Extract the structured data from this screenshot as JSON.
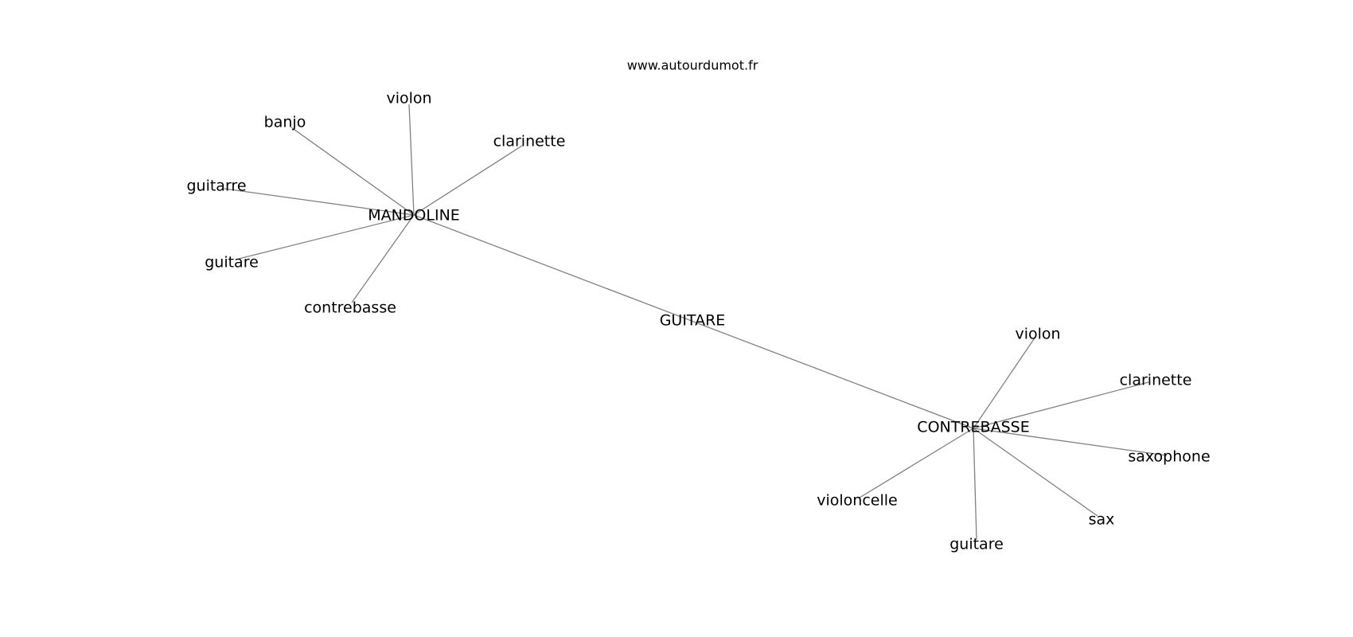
{
  "site": "www.autourdumot.fr",
  "nodes": [
    {
      "id": "guitare_center",
      "label": "GUITARE"
    },
    {
      "id": "mandoline",
      "label": "MANDOLINE"
    },
    {
      "id": "contrebasse_hub",
      "label": "CONTREBASSE"
    },
    {
      "id": "m_violon",
      "label": "violon"
    },
    {
      "id": "m_banjo",
      "label": "banjo"
    },
    {
      "id": "m_clarinette",
      "label": "clarinette"
    },
    {
      "id": "m_guitarre",
      "label": "guitarre"
    },
    {
      "id": "m_guitare",
      "label": "guitare"
    },
    {
      "id": "m_contrebasse",
      "label": "contrebasse"
    },
    {
      "id": "c_violon",
      "label": "violon"
    },
    {
      "id": "c_clarinette",
      "label": "clarinette"
    },
    {
      "id": "c_saxophone",
      "label": "saxophone"
    },
    {
      "id": "c_violoncelle",
      "label": "violoncelle"
    },
    {
      "id": "c_sax",
      "label": "sax"
    },
    {
      "id": "c_guitare",
      "label": "guitare"
    }
  ],
  "edges": [
    [
      "mandoline",
      "contrebasse_hub"
    ],
    [
      "mandoline",
      "m_violon"
    ],
    [
      "mandoline",
      "m_banjo"
    ],
    [
      "mandoline",
      "m_clarinette"
    ],
    [
      "mandoline",
      "m_guitarre"
    ],
    [
      "mandoline",
      "m_guitare"
    ],
    [
      "mandoline",
      "m_contrebasse"
    ],
    [
      "contrebasse_hub",
      "c_violon"
    ],
    [
      "contrebasse_hub",
      "c_clarinette"
    ],
    [
      "contrebasse_hub",
      "c_saxophone"
    ],
    [
      "contrebasse_hub",
      "c_violoncelle"
    ],
    [
      "contrebasse_hub",
      "c_sax"
    ],
    [
      "contrebasse_hub",
      "c_guitare"
    ]
  ]
}
